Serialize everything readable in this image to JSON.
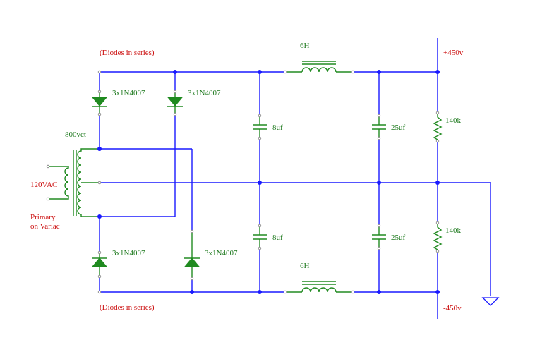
{
  "labels": {
    "diodes_note_top": "(Diodes in series)",
    "diodes_note_bottom": "(Diodes in series)",
    "choke_top": "6H",
    "choke_bottom": "6H",
    "plus_rail": "+450v",
    "minus_rail": "-450v",
    "transformer": "800vct",
    "primary_voltage": "120VAC",
    "primary_note_line1": "Primary",
    "primary_note_line2": "on Variac",
    "diode_top_left": "3x1N4007",
    "diode_top_right": "3x1N4007",
    "diode_bottom_left": "3x1N4007",
    "diode_bottom_right": "3x1N4007",
    "cap_top_1": "8uf",
    "cap_bottom_1": "8uf",
    "cap_top_2": "25uf",
    "cap_bottom_2": "25uf",
    "res_top": "140k",
    "res_bottom": "140k"
  },
  "colors": {
    "wire": "#1a1aff",
    "component": "#228b22",
    "label_green": "#1f7a1f",
    "label_red": "#cc1111"
  },
  "icons": {
    "ground": "ground-icon",
    "diode": "diode-icon",
    "capacitor": "capacitor-icon",
    "resistor": "resistor-icon",
    "inductor": "inductor-icon",
    "transformer": "transformer-icon"
  }
}
